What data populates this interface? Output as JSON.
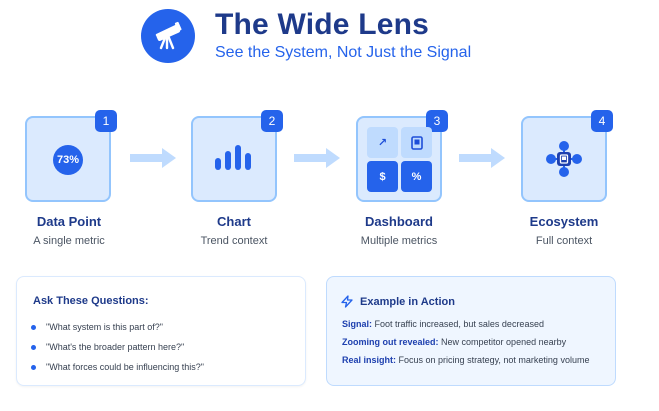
{
  "header": {
    "title": "The Wide Lens",
    "subtitle": "See the System, Not Just the Signal",
    "logo_icon": "telescope-icon"
  },
  "colors": {
    "accent": "#2563eb",
    "dark_accent": "#1e3a8a",
    "card_fill": "#dbeafe",
    "card_border": "#93c5fd",
    "arrow": "#bfdbfe"
  },
  "steps": [
    {
      "number": "1",
      "label": "Data Point",
      "desc": "A single metric",
      "icon_text": "73%"
    },
    {
      "number": "2",
      "label": "Chart",
      "desc": "Trend context",
      "icon": "bar-chart-icon"
    },
    {
      "number": "3",
      "label": "Dashboard",
      "desc": "Multiple metrics",
      "tiles": [
        "↗",
        "",
        "$",
        "%"
      ]
    },
    {
      "number": "4",
      "label": "Ecosystem",
      "desc": "Full context",
      "icon": "network-icon"
    }
  ],
  "questions": {
    "title": "Ask These Questions:",
    "items": [
      "\"What system is this part of?\"",
      "\"What's the broader pattern here?\"",
      "\"What forces could be influencing this?\""
    ]
  },
  "example": {
    "title": "Example in Action",
    "icon": "lightning-icon",
    "lines": [
      {
        "key": "Signal:",
        "text": "Foot traffic increased, but sales decreased"
      },
      {
        "key": "Zooming out revealed:",
        "text": "New competitor opened nearby"
      },
      {
        "key": "Real insight:",
        "text": "Focus on pricing strategy, not marketing volume"
      }
    ]
  }
}
